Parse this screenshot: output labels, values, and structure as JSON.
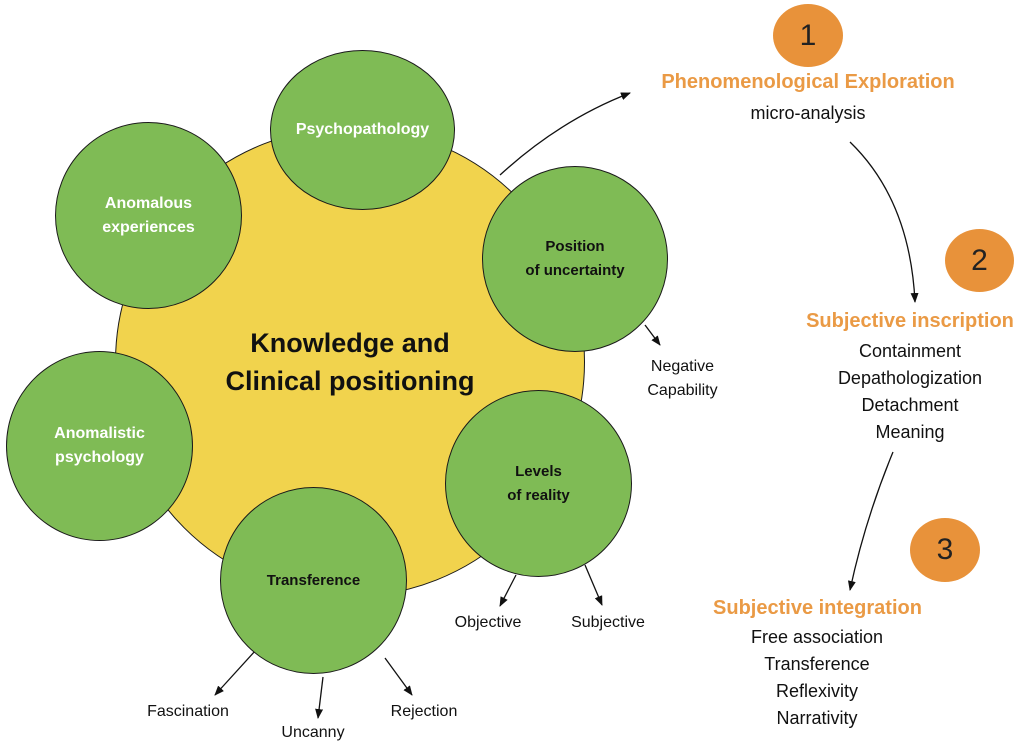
{
  "center": {
    "title": "Knowledge and\nClinical positioning"
  },
  "nodes": {
    "psychopathology": "Psychopathology",
    "anomalous_experiences": "Anomalous\nexperiences",
    "position_uncertainty": "Position\nof uncertainty",
    "anomalistic_psychology": "Anomalistic\npsychology",
    "levels_reality": "Levels\nof reality",
    "transference": "Transference"
  },
  "branch_labels": {
    "negative_capability": "Negative\nCapability",
    "objective": "Objective",
    "subjective": "Subjective",
    "fascination": "Fascination",
    "uncanny": "Uncanny",
    "rejection": "Rejection"
  },
  "steps": [
    {
      "number": "1",
      "title": "Phenomenological Exploration",
      "items": [
        "micro-analysis"
      ]
    },
    {
      "number": "2",
      "title": "Subjective inscription",
      "items": [
        "Containment",
        "Depathologization",
        "Detachment",
        "Meaning"
      ]
    },
    {
      "number": "3",
      "title": "Subjective integration",
      "items": [
        "Free association",
        "Transference",
        "Reflexivity",
        "Narrativity"
      ]
    }
  ],
  "colors": {
    "center_fill": "#f1d34d",
    "node_fill": "#7fbb55",
    "step_accent": "#e8923a",
    "step_title": "#ea9a45"
  }
}
